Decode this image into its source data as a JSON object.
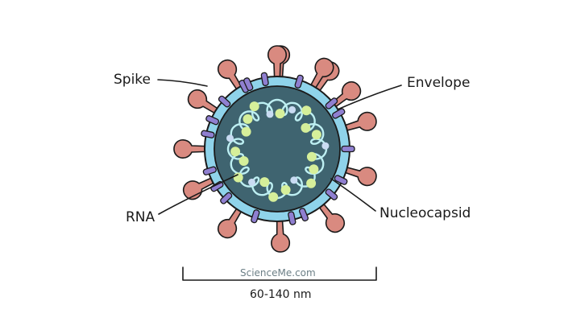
{
  "labels": {
    "spike": "Spike",
    "envelope": "Envelope",
    "rna": "RNA",
    "nucleocapsid": "Nucleocapsid"
  },
  "watermark": "ScienceMe.com",
  "scale": {
    "text": "60-140 nm"
  },
  "colors": {
    "spike": "#d98a80",
    "envelope": "#8fd3ea",
    "membrane_protein": "#8f7fd0",
    "core": "#3f6470",
    "rna": "#bdeff2",
    "nucleocapsid_protein_green": "#d6ef9a",
    "nucleocapsid_protein_blue": "#c9dbf2",
    "outline": "#1a1a1a"
  }
}
